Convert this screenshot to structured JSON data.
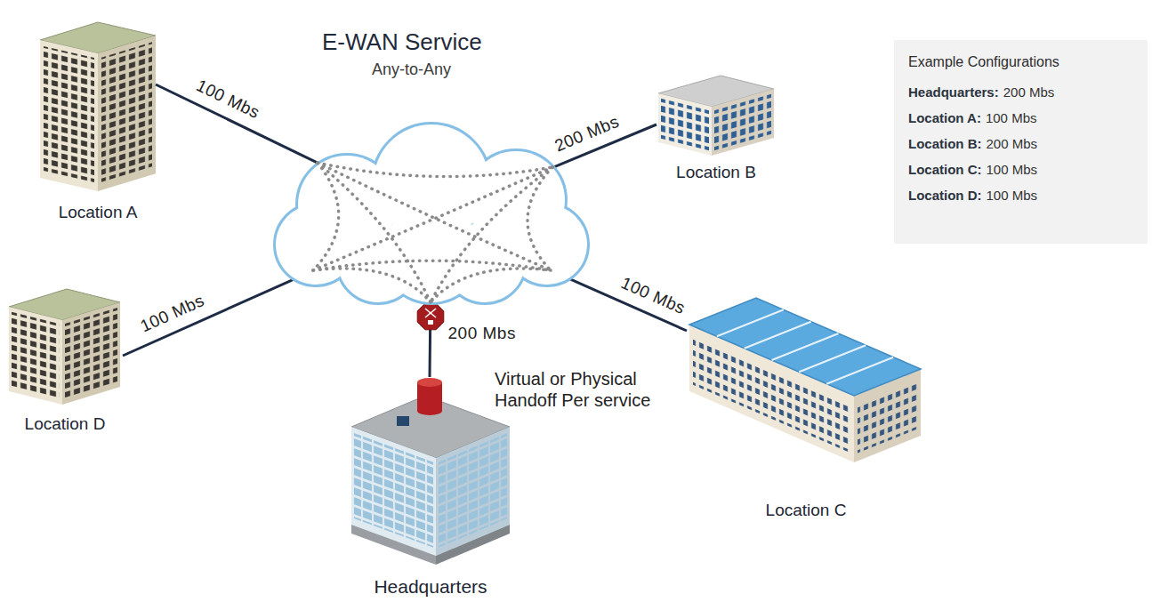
{
  "diagram": {
    "nodes": [
      {
        "text": [
          "E-WAN Service",
          "Any-to-Any"
        ]
      },
      {
        "text": [
          "Example Configurations",
          "Headquarters:",
          "200 Mbs",
          "Location A:",
          "100 Mbs",
          "Location B:",
          "200 Mbs",
          "Location C:",
          "100 Mbs",
          "Location D:",
          "100 Mbs"
        ]
      },
      {
        "text": [
          "Location A"
        ]
      },
      {
        "text": [
          "Location B"
        ]
      },
      {
        "text": [
          "Location D"
        ]
      },
      {
        "text": [
          "Location C"
        ]
      },
      {
        "text": [
          "Headquarters"
        ]
      }
    ],
    "edges": [
      {
        "from": 2,
        "to": 0,
        "arrow": "none",
        "label": "100 Mbs"
      },
      {
        "from": 3,
        "to": 0,
        "arrow": "none",
        "label": "200 Mbs"
      },
      {
        "from": 4,
        "to": 0,
        "arrow": "none",
        "label": "100 Mbs"
      },
      {
        "from": 5,
        "to": 0,
        "arrow": "none",
        "label": "100 Mbs"
      },
      {
        "from": 6,
        "to": 0,
        "arrow": "none",
        "label": "200 Mbs"
      }
    ],
    "labels": [
      "Virtual or Physical Handoff Per service"
    ]
  }
}
